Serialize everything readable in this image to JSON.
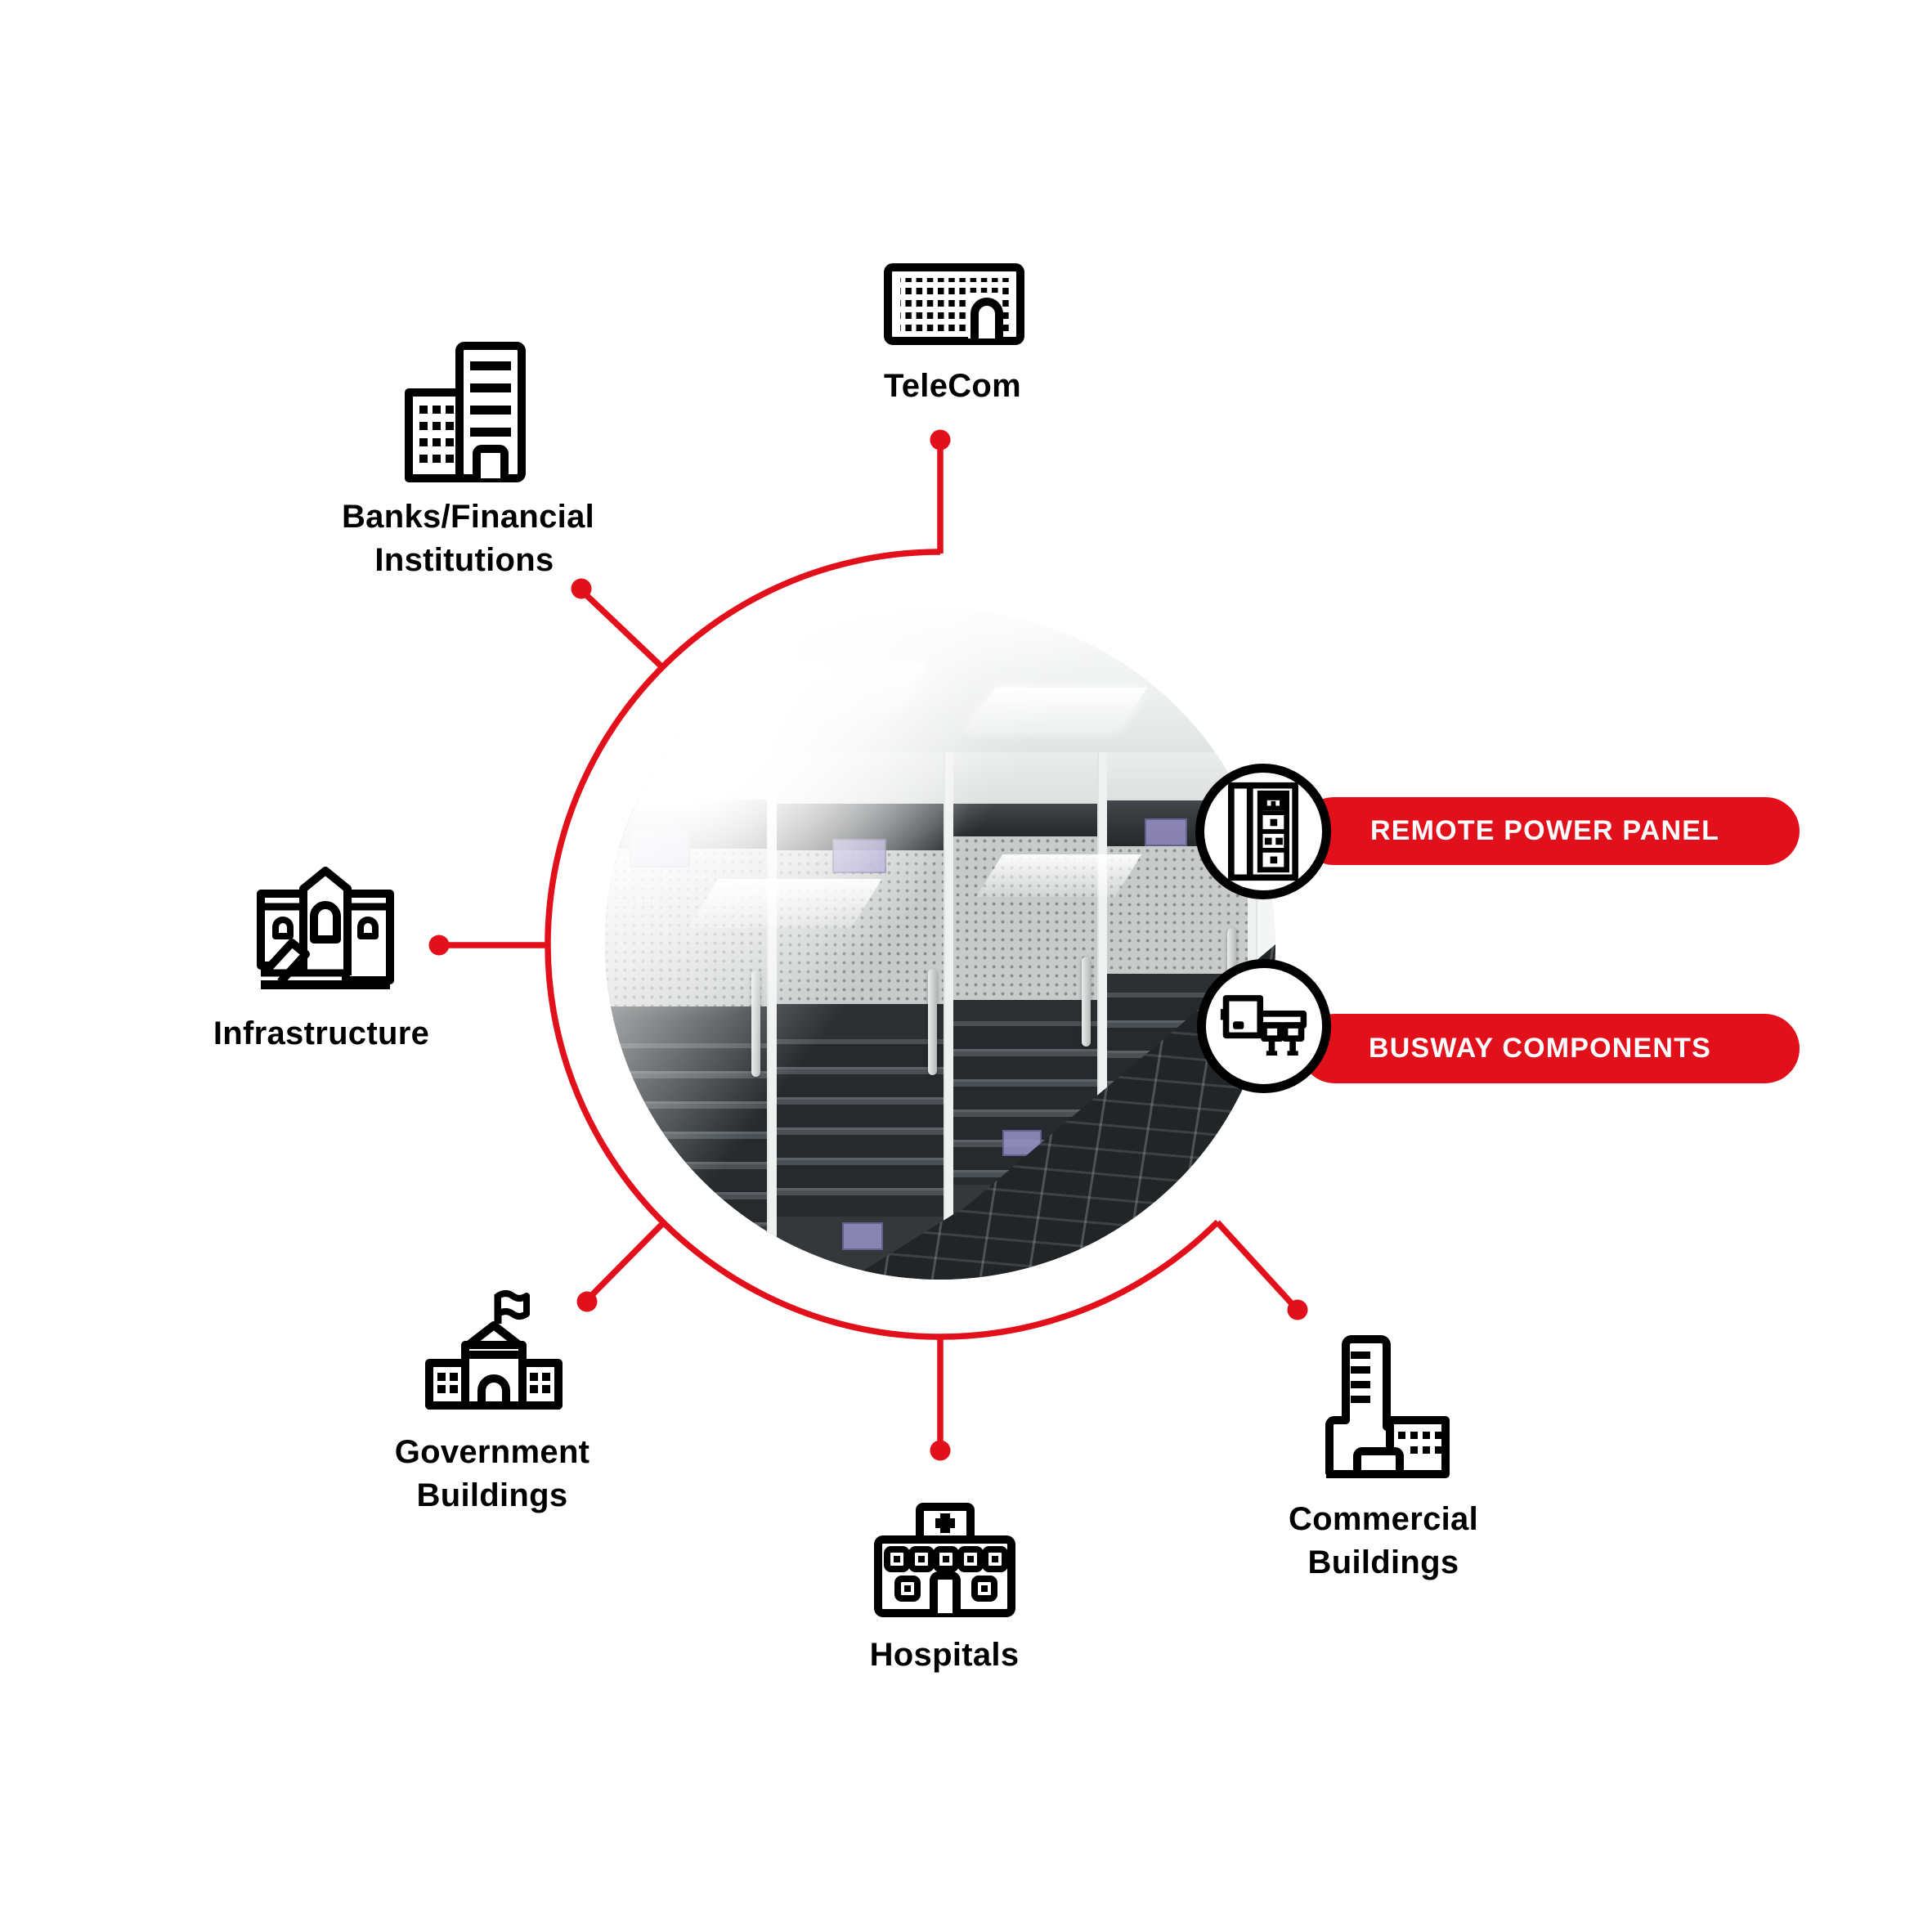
{
  "palette": {
    "red": "#e2101b",
    "icon_black": "#000000",
    "label_black": "#000000",
    "pill_text": "#ffffff"
  },
  "diagram_title_visible": false,
  "center_image": {
    "description_icon": "data-center-server-racks-photo"
  },
  "sectors": [
    {
      "id": "telecom",
      "icon": "telecom-building-icon",
      "label_lines": [
        "TeleCom"
      ]
    },
    {
      "id": "banks",
      "icon": "bank-buildings-icon",
      "label_lines": [
        "Banks/Financial",
        "Institutions"
      ]
    },
    {
      "id": "infrastructure",
      "icon": "infrastructure-icon",
      "label_lines": [
        "Infrastructure"
      ]
    },
    {
      "id": "government",
      "icon": "government-building-icon",
      "label_lines": [
        "Government",
        "Buildings"
      ]
    },
    {
      "id": "hospitals",
      "icon": "hospital-building-icon",
      "label_lines": [
        "Hospitals"
      ]
    },
    {
      "id": "commercial",
      "icon": "commercial-buildings-icon",
      "label_lines": [
        "Commercial",
        "Buildings"
      ]
    }
  ],
  "callouts": [
    {
      "id": "remote-power-panel",
      "icon": "power-panel-icon",
      "label": "REMOTE POWER PANEL"
    },
    {
      "id": "busway-components",
      "icon": "busway-icon",
      "label": "BUSWAY COMPONENTS"
    }
  ]
}
